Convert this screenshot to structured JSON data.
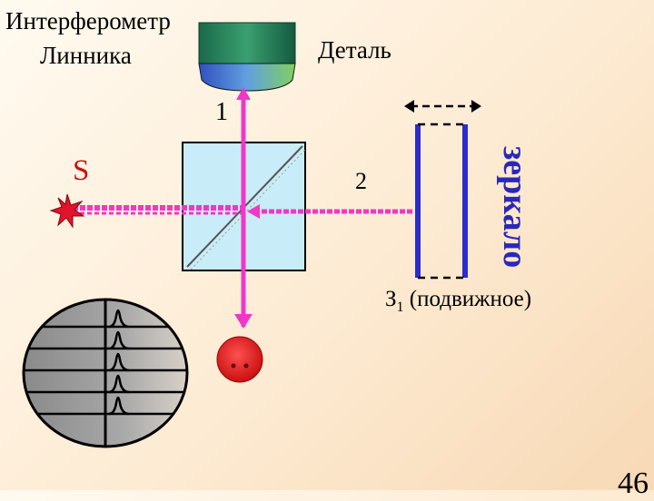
{
  "labels": {
    "title_line1": "Интерферометр",
    "title_line2": "Линника",
    "detail": "Деталь",
    "beam1": "1",
    "beam2": "2",
    "source": "S",
    "mirror_vertical": "зеркало",
    "mirror_name": "З",
    "mirror_subscript": "1",
    "mirror_note": " (подвижное)",
    "page_number": "46"
  },
  "colors": {
    "beam": "#f037c8",
    "cube": "#c8ecf8",
    "mirror": "#2c2ccc",
    "source": "#e0142a",
    "eye": "#e82a2a",
    "fringe_disc": "#9a9a9a"
  }
}
